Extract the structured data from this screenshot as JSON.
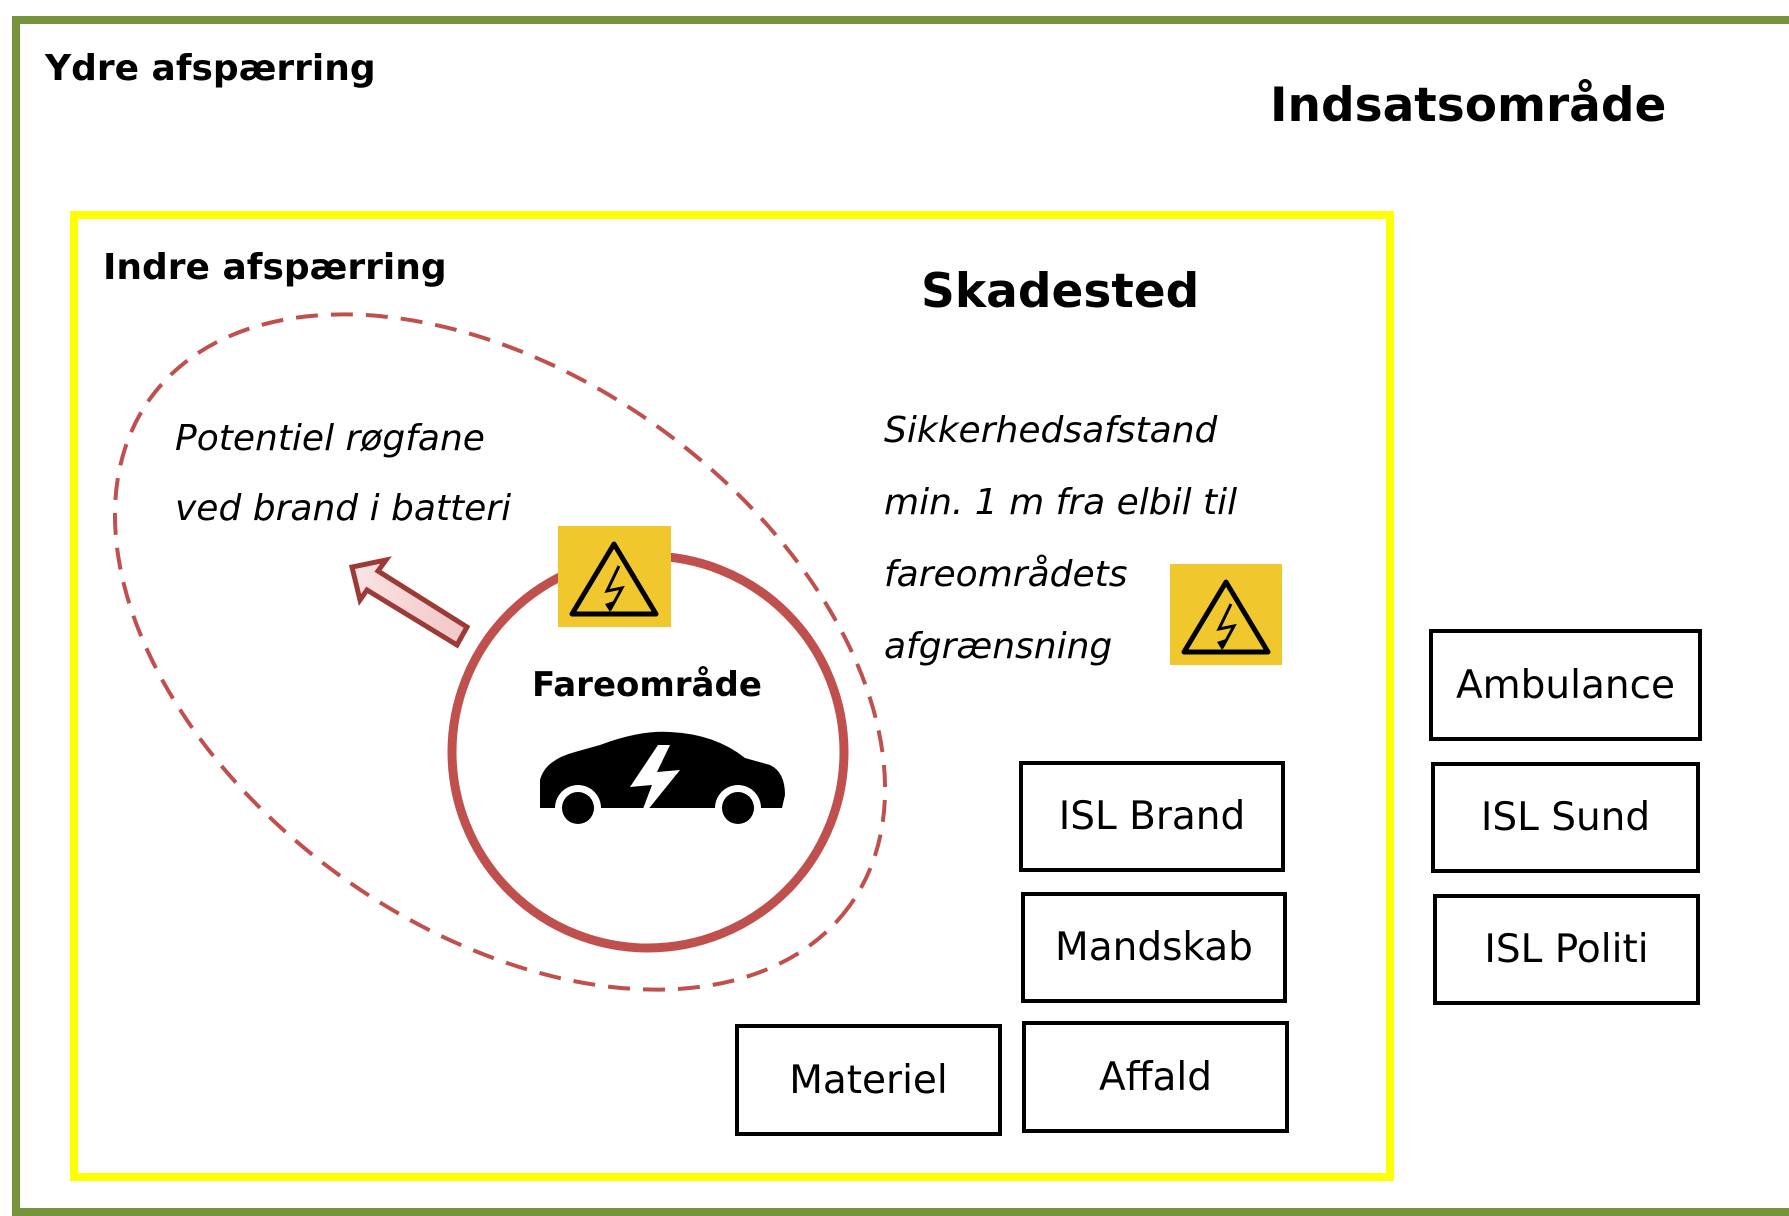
{
  "zones": {
    "outer_label": "Ydre afspærring",
    "outer_title": "Indsatsområde",
    "inner_label": "Indre afspærring",
    "inner_title": "Skadested"
  },
  "smoke_note": {
    "line1": "Potentiel røgfane",
    "line2": "ved brand i batteri"
  },
  "safety_note": {
    "line1": "Sikkerhedsafstand",
    "line2": "min. 1 m fra elbil til",
    "line3": "fareområdets",
    "line4": "afgrænsning"
  },
  "danger_zone": {
    "label": "Fareområde"
  },
  "units": {
    "isl_brand": "ISL Brand",
    "mandskab": "Mandskab",
    "affald": "Affald",
    "materiel": "Materiel",
    "ambulance": "Ambulance",
    "isl_sund": "ISL Sund",
    "isl_politi": "ISL Politi"
  },
  "colors": {
    "outer_border": "#77933c",
    "inner_border": "#ffff00",
    "danger_red": "#c0504d",
    "warning_yellow": "#f0c72c"
  },
  "icons": {
    "warning": "high-voltage-warning-icon",
    "car": "electric-car-icon",
    "arrow": "smoke-direction-arrow"
  }
}
